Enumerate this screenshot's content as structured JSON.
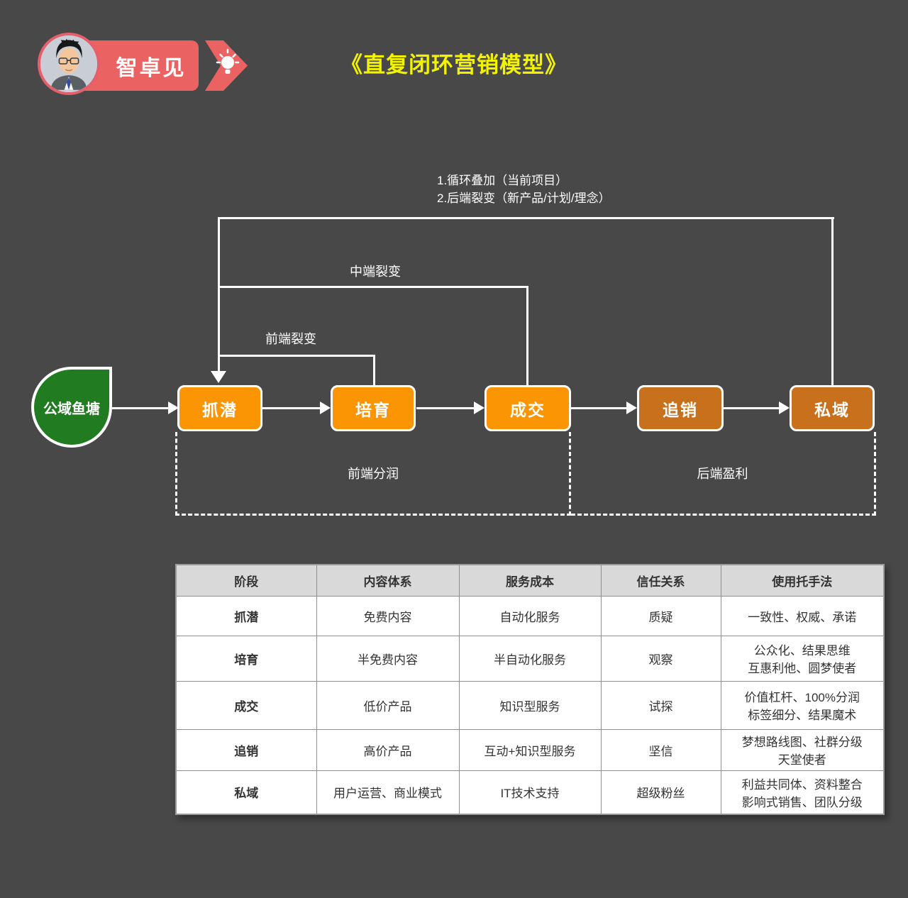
{
  "header": {
    "badge_label": "智卓见",
    "title": "《直复闭环营销模型》"
  },
  "colors": {
    "background": "#484848",
    "stage_light_orange": "#FB9504",
    "stage_dark_orange": "#C8701C",
    "source_green": "#217C21",
    "badge_red": "#EB6262",
    "title_yellow": "#F3F300",
    "line_white": "#FFFFFF",
    "table_header_gray": "#D9D9D9"
  },
  "diagram": {
    "source": {
      "label": "公域鱼塘"
    },
    "stages": [
      {
        "label": "抓潜",
        "variant": "light"
      },
      {
        "label": "培育",
        "variant": "light"
      },
      {
        "label": "成交",
        "variant": "light"
      },
      {
        "label": "追销",
        "variant": "dark"
      },
      {
        "label": "私域",
        "variant": "dark"
      }
    ],
    "loops": {
      "annotation": "1.循环叠加（当前项目）\n2.后端裂变（新产品/计划/理念）",
      "mid_label": "中端裂变",
      "front_label": "前端裂变"
    },
    "zones": [
      {
        "label": "前端分润"
      },
      {
        "label": "后端盈利"
      }
    ]
  },
  "table": {
    "columns": [
      "阶段",
      "内容体系",
      "服务成本",
      "信任关系",
      "使用托手法"
    ],
    "rows": [
      [
        "抓潜",
        "免费内容",
        "自动化服务",
        "质疑",
        "一致性、权威、承诺"
      ],
      [
        "培育",
        "半免费内容",
        "半自动化服务",
        "观察",
        "公众化、结果思维\n互惠利他、圆梦使者"
      ],
      [
        "成交",
        "低价产品",
        "知识型服务",
        "试探",
        "价值杠杆、100%分润\n标签细分、结果魔术"
      ],
      [
        "追销",
        "高价产品",
        "互动+知识型服务",
        "坚信",
        "梦想路线图、社群分级\n天堂使者"
      ],
      [
        "私域",
        "用户运营、商业模式",
        "IT技术支持",
        "超级粉丝",
        "利益共同体、资料整合\n影响式销售、团队分级"
      ]
    ]
  }
}
